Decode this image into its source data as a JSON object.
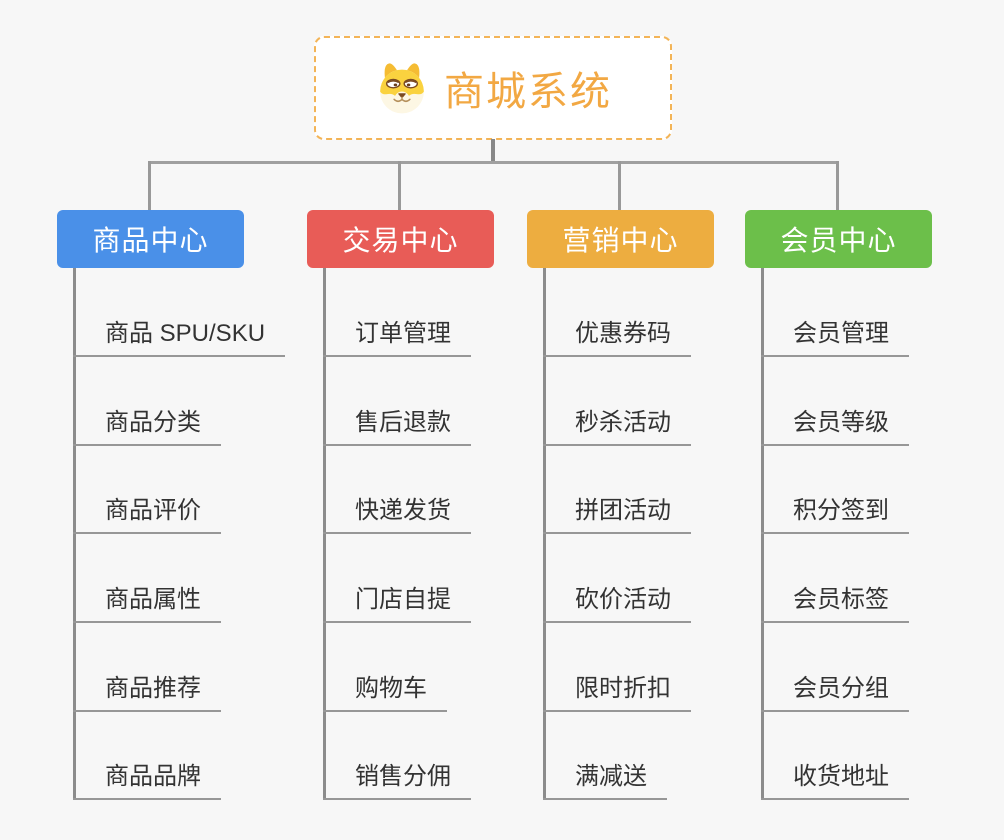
{
  "root": {
    "title": "商城系统",
    "icon": "doge-icon",
    "border_color": "#F3B457",
    "title_color": "#F2A843"
  },
  "connector_color": "#999999",
  "background_color": "#F7F7F7",
  "branches": [
    {
      "label": "商品中心",
      "color": "#4A90E8",
      "items": [
        "商品 SPU/SKU",
        "商品分类",
        "商品评价",
        "商品属性",
        "商品推荐",
        "商品品牌"
      ]
    },
    {
      "label": "交易中心",
      "color": "#E85C57",
      "items": [
        "订单管理",
        "售后退款",
        "快递发货",
        "门店自提",
        "购物车",
        "销售分佣"
      ]
    },
    {
      "label": "营销中心",
      "color": "#EDAD40",
      "items": [
        "优惠券码",
        "秒杀活动",
        "拼团活动",
        "砍价活动",
        "限时折扣",
        "满减送"
      ]
    },
    {
      "label": "会员中心",
      "color": "#6CBF4A",
      "items": [
        "会员管理",
        "会员等级",
        "积分签到",
        "会员标签",
        "会员分组",
        "收货地址"
      ]
    }
  ]
}
